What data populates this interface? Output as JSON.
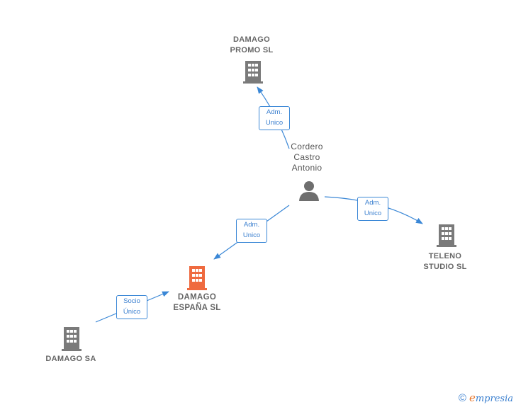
{
  "colors": {
    "company": "#7a7a7a",
    "focus_company": "#ef6a3f",
    "person": "#6e6e6e",
    "edge": "#3a87d6"
  },
  "nodes": {
    "damago_promo": {
      "line1": "DAMAGO",
      "line2": "PROMO  SL",
      "icon": "building-icon"
    },
    "person": {
      "line1": "Cordero",
      "line2": "Castro",
      "line3": "Antonio",
      "icon": "person-icon"
    },
    "teleno": {
      "line1": "TELENO",
      "line2": "STUDIO  SL",
      "icon": "building-icon"
    },
    "damago_espana": {
      "line1": "DAMAGO",
      "line2": "ESPAÑA  SL",
      "icon": "building-icon"
    },
    "damago_sa": {
      "line1": "DAMAGO SA",
      "icon": "building-icon"
    }
  },
  "edges": {
    "to_promo": {
      "line1": "Adm.",
      "line2": "Unico"
    },
    "to_teleno": {
      "line1": "Adm.",
      "line2": "Unico"
    },
    "to_espana": {
      "line1": "Adm.",
      "line2": "Unico"
    },
    "sa_to_espana": {
      "line1": "Socio",
      "line2": "Único"
    }
  },
  "footer": {
    "copyright": "©",
    "brand_initial": "e",
    "brand_rest": "mpresia"
  }
}
